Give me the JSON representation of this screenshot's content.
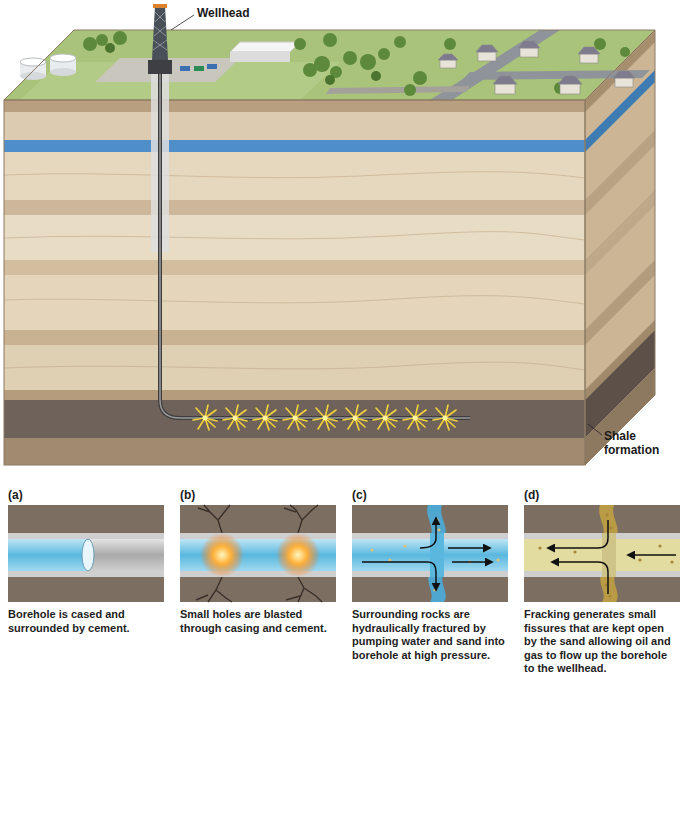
{
  "diagram": {
    "nodes": [
      {
        "text": [
          "(a)",
          "Borehole is cased and surrounded by cement."
        ]
      },
      {
        "text": [
          "(b)",
          "Small holes are blasted through casing and cement."
        ]
      },
      {
        "text": [
          "(c)",
          "Surrounding rocks are hydraulically fractured by pumping water and sand into borehole at high pressure."
        ]
      },
      {
        "text": [
          "(d)",
          "Fracking generates small fissures that are kept open by the sand allowing oil and gas to flow up the borehole to the wellhead."
        ]
      }
    ],
    "labels": [
      "Wellhead",
      "Shale formation"
    ]
  }
}
